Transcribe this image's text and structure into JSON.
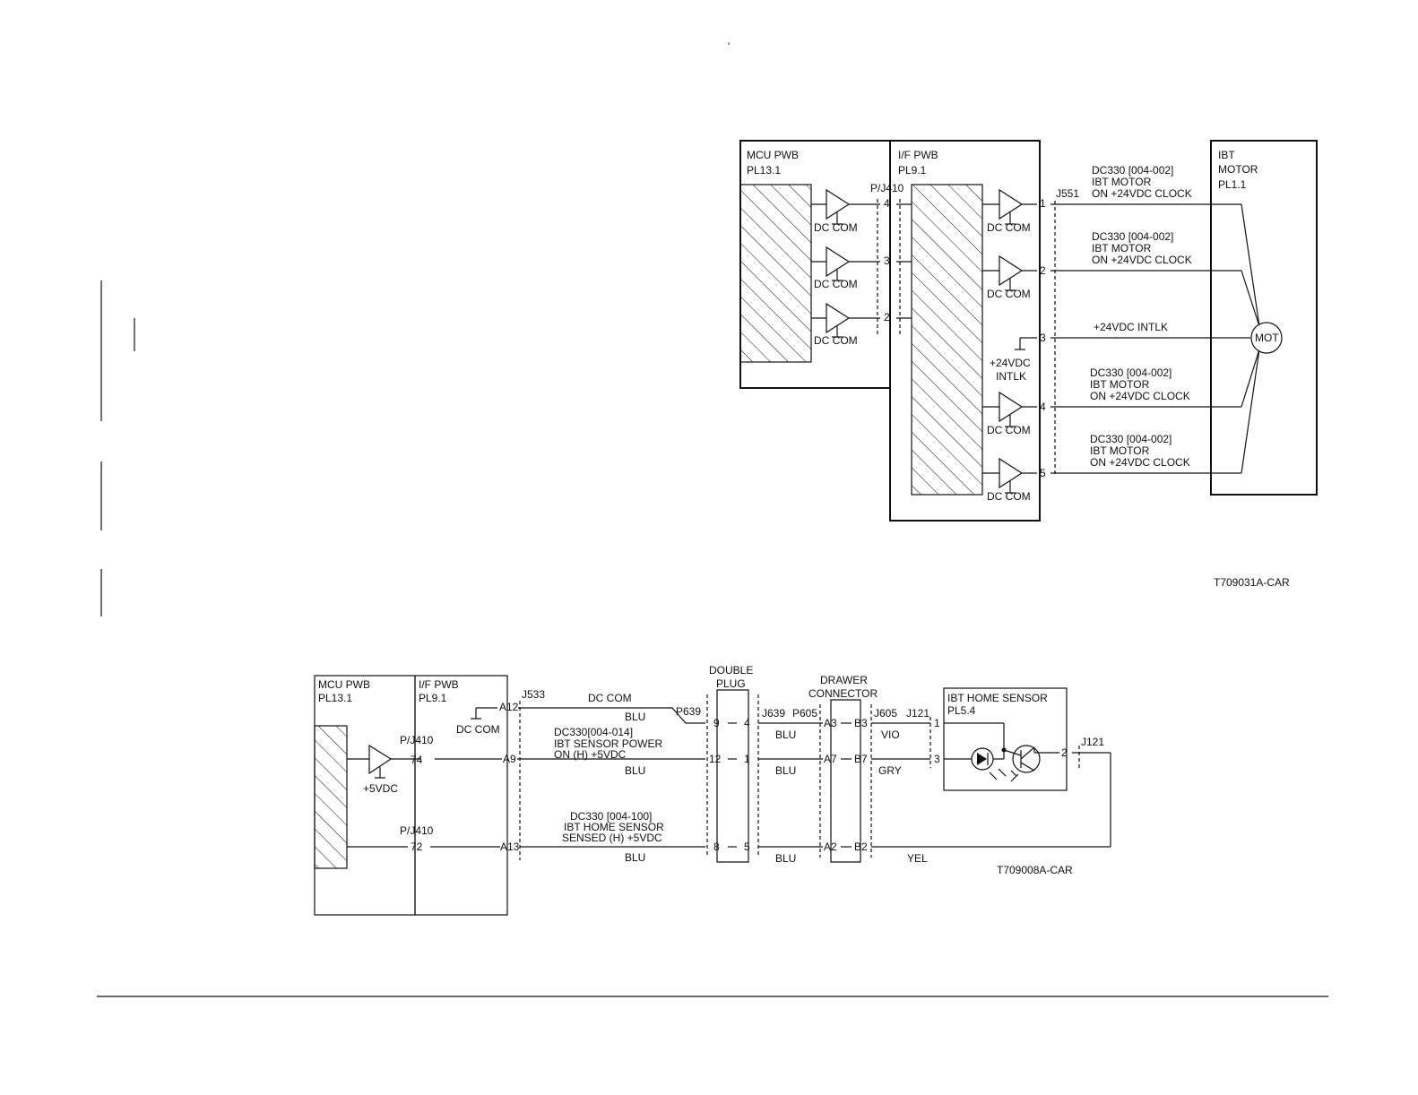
{
  "page": {
    "tick_mark": "'"
  },
  "diagram1": {
    "mcu_board": {
      "name": "MCU PWB",
      "ref": "PL13.1"
    },
    "if_board": {
      "name": "I/F PWB",
      "ref": "PL9.1"
    },
    "connector_pj410": "P/J410",
    "connector_j551": "J551",
    "motor": {
      "name_line1": "IBT",
      "name_line2": "MOTOR",
      "ref": "PL1.1",
      "symbol": "MOT"
    },
    "mcu_drivers": [
      {
        "pin": "4",
        "ground_label": "DC COM"
      },
      {
        "pin": "3",
        "ground_label": "DC COM"
      },
      {
        "pin": "2",
        "ground_label": "DC COM"
      }
    ],
    "signals": [
      {
        "pin": "1",
        "line1": "DC330 [004-002]",
        "line2": "IBT MOTOR",
        "line3": "ON +24VDC CLOCK",
        "ground_label": "DC COM"
      },
      {
        "pin": "2",
        "line1": "DC330 [004-002]",
        "line2": "IBT MOTOR",
        "line3": "ON +24VDC CLOCK",
        "ground_label": "DC COM"
      },
      {
        "pin": "3",
        "line1": "+24VDC INTLK",
        "ground_label_line1": "+24VDC",
        "ground_label_line2": "INTLK"
      },
      {
        "pin": "4",
        "line1": "DC330 [004-002]",
        "line2": "IBT MOTOR",
        "line3": "ON +24VDC CLOCK",
        "ground_label": "DC COM"
      },
      {
        "pin": "5",
        "line1": "DC330 [004-002]",
        "line2": "IBT MOTOR",
        "line3": "ON +24VDC CLOCK",
        "ground_label": "DC COM"
      }
    ],
    "figure_id": "T709031A-CAR"
  },
  "diagram2": {
    "mcu_board": {
      "name": "MCU PWB",
      "ref": "PL13.1"
    },
    "if_board": {
      "name": "I/F PWB",
      "ref": "PL9.1"
    },
    "connector_j533": "J533",
    "connector_p639": "P639",
    "connector_j639": "J639",
    "connector_p605": "P605",
    "connector_j605": "J605",
    "connector_j121_top": "J121",
    "connector_j121_right": "J121",
    "double_plug": {
      "line1": "DOUBLE",
      "line2": "PLUG"
    },
    "drawer_connector": {
      "line1": "DRAWER",
      "line2": "CONNECTOR"
    },
    "sensor": {
      "name": "IBT HOME SENSOR",
      "ref": "PL5.4"
    },
    "supply_label": "+5VDC",
    "ground_label": "DC COM",
    "top_line": {
      "label": "DC COM",
      "pin_a": "A12",
      "wire1": "BLU",
      "pin_p639": "9",
      "pin_j639": "4",
      "wire2": "BLU",
      "pin_p605": "A3",
      "pin_j605": "B3",
      "wire3": "VIO",
      "pin_sensor": "1"
    },
    "mid_line": {
      "pj410": "P/J410",
      "pin_mcu": "74",
      "pin_a": "A9",
      "signal_line1": "DC330[004-014]",
      "signal_line2": "IBT SENSOR POWER",
      "signal_line3": "ON (H) +5VDC",
      "wire1": "BLU",
      "pin_p639": "12",
      "pin_j639": "1",
      "wire2": "BLU",
      "pin_p605": "A7",
      "pin_j605": "B7",
      "wire3": "GRY",
      "pin_sensor": "3"
    },
    "bottom_line": {
      "pj410": "P/J410",
      "pin_mcu": "72",
      "pin_a": "A13",
      "signal_line1": "DC330 [004-100]",
      "signal_line2": "IBT HOME SENSOR",
      "signal_line3": "SENSED (H) +5VDC",
      "wire1": "BLU",
      "pin_p639": "8",
      "pin_j639": "5",
      "wire2": "BLU",
      "pin_p605": "A2",
      "pin_j605": "B2",
      "wire3": "YEL",
      "pin_sensor_out": "2"
    },
    "figure_id": "T709008A-CAR"
  }
}
